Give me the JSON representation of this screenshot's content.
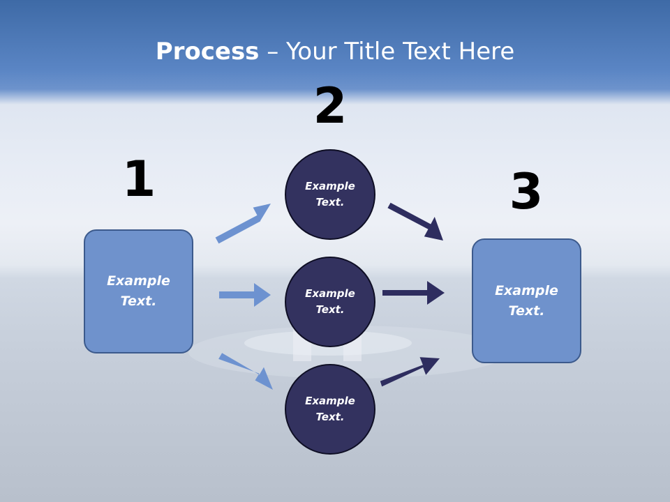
{
  "slide": {
    "title_bold": "Process",
    "title_rest": " – Your Title Text Here"
  },
  "steps": {
    "one": "1",
    "two": "2",
    "three": "3"
  },
  "left_box": {
    "label": "Example\nText."
  },
  "right_box": {
    "label": "Example\nText."
  },
  "circles": [
    {
      "label": "Example\nText."
    },
    {
      "label": "Example\nText."
    },
    {
      "label": "Example\nText."
    }
  ],
  "colors": {
    "box_fill": "#6f92cc",
    "box_border": "#3c5a8c",
    "circle_fill": "#33325f",
    "arrow_light": "#6d92d0",
    "arrow_dark": "#2e2d5f"
  }
}
